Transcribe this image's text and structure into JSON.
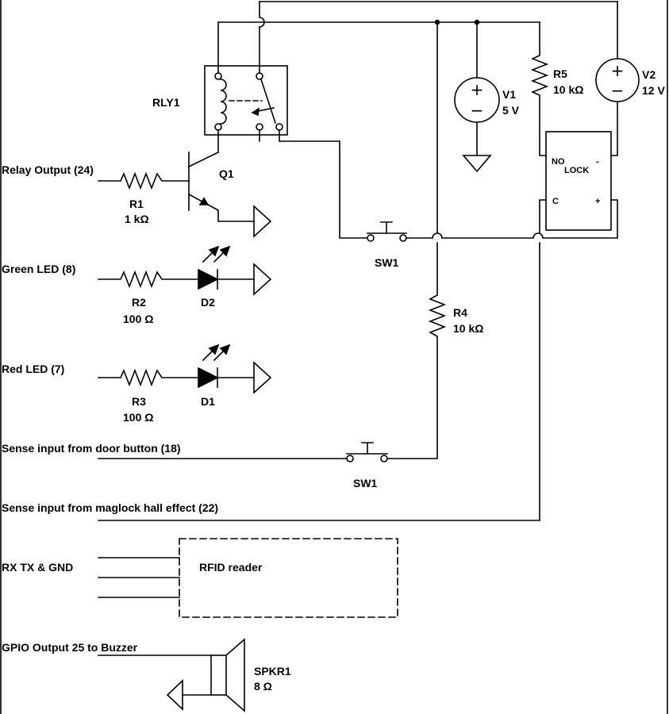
{
  "inputs": {
    "relay_output": "Relay Output (24)",
    "green_led": "Green LED (8)",
    "red_led": "Red LED (7)",
    "door_button": "Sense input from door button (18)",
    "hall_effect": "Sense input from maglock hall effect (22)",
    "rx_tx_gnd": "RX TX & GND",
    "buzzer": "GPIO Output 25 to Buzzer"
  },
  "components": {
    "rly1": {
      "ref": "RLY1"
    },
    "q1": {
      "ref": "Q1"
    },
    "r1": {
      "ref": "R1",
      "value": "1 kΩ"
    },
    "r2": {
      "ref": "R2",
      "value": "100 Ω"
    },
    "r3": {
      "ref": "R3",
      "value": "100 Ω"
    },
    "r4": {
      "ref": "R4",
      "value": "10 kΩ"
    },
    "r5": {
      "ref": "R5",
      "value": "10 kΩ"
    },
    "d1": {
      "ref": "D1"
    },
    "d2": {
      "ref": "D2"
    },
    "v1": {
      "ref": "V1",
      "value": "5 V"
    },
    "v2": {
      "ref": "V2",
      "value": "12 V"
    },
    "sw_top": {
      "ref": "SW1"
    },
    "sw_bottom": {
      "ref": "SW1"
    },
    "spkr1": {
      "ref": "SPKR1",
      "value": "8 Ω"
    },
    "rfid": {
      "label": "RFID reader"
    },
    "lock": {
      "no": "NO",
      "lock": "LOCK",
      "c": "C",
      "minus": "-",
      "plus": "+"
    }
  },
  "symbols": {
    "plus": "+",
    "minus": "−"
  }
}
